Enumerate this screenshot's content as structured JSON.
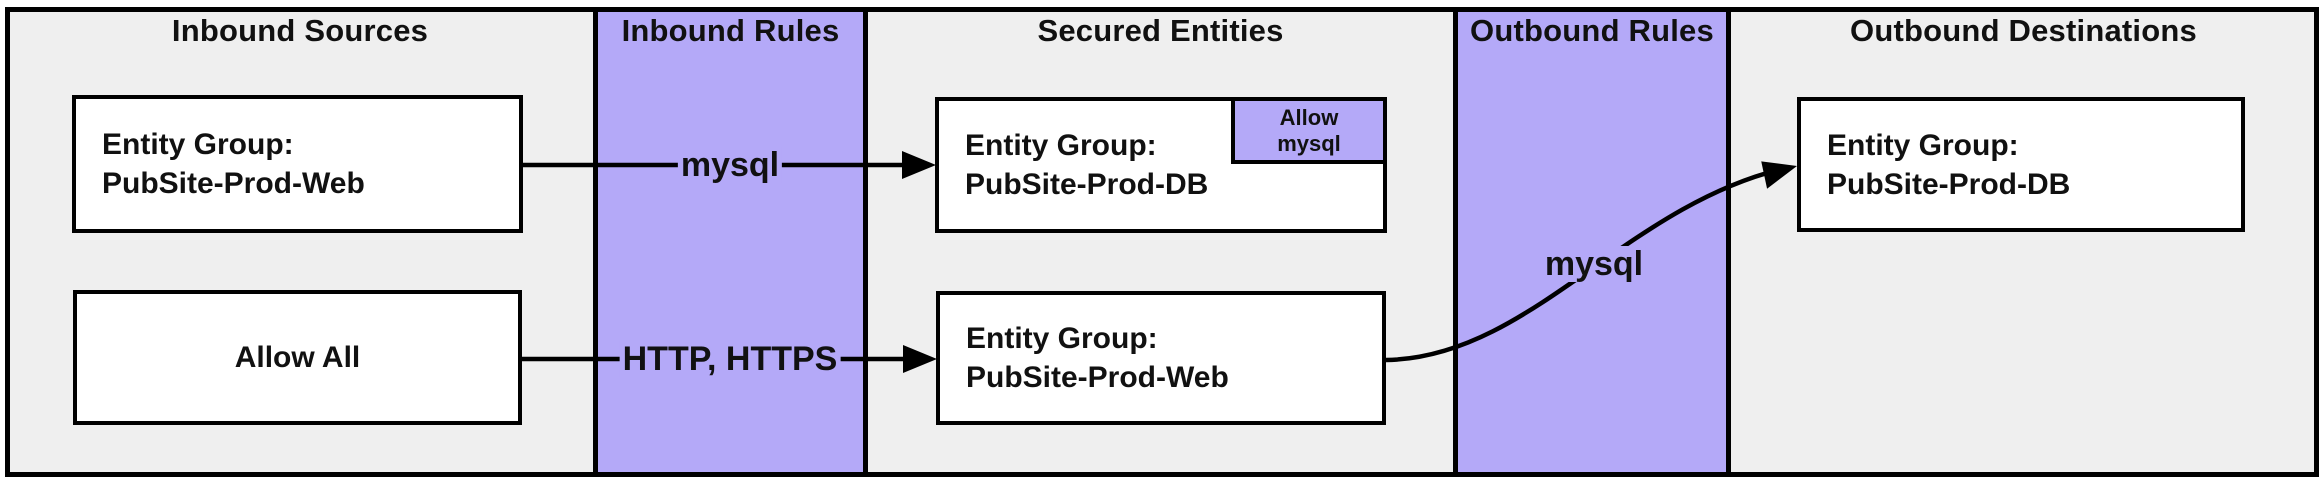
{
  "columns": {
    "inbound_sources": {
      "title": "Inbound Sources"
    },
    "inbound_rules": {
      "title": "Inbound Rules"
    },
    "secured_entities": {
      "title": "Secured Entities"
    },
    "outbound_rules": {
      "title": "Outbound Rules"
    },
    "outbound_destinations": {
      "title": "Outbound Destinations"
    }
  },
  "nodes": {
    "source_web": {
      "line1": "Entity Group:",
      "line2": "PubSite-Prod-Web"
    },
    "source_allow_all": {
      "label": "Allow All"
    },
    "secured_db": {
      "line1": "Entity Group:",
      "line2": "PubSite-Prod-DB",
      "badge_line1": "Allow",
      "badge_line2": "mysql"
    },
    "secured_web": {
      "line1": "Entity Group:",
      "line2": "PubSite-Prod-Web"
    },
    "destination_db": {
      "line1": "Entity Group:",
      "line2": "PubSite-Prod-DB"
    }
  },
  "connectors": {
    "inbound_mysql": {
      "label": "mysql"
    },
    "inbound_http": {
      "label": "HTTP, HTTPS"
    },
    "outbound_mysql": {
      "label": "mysql"
    }
  },
  "colors": {
    "rules_fill": "#b4a9f8",
    "lane_fill": "#efefef",
    "line": "#000000",
    "text": "#111111"
  }
}
